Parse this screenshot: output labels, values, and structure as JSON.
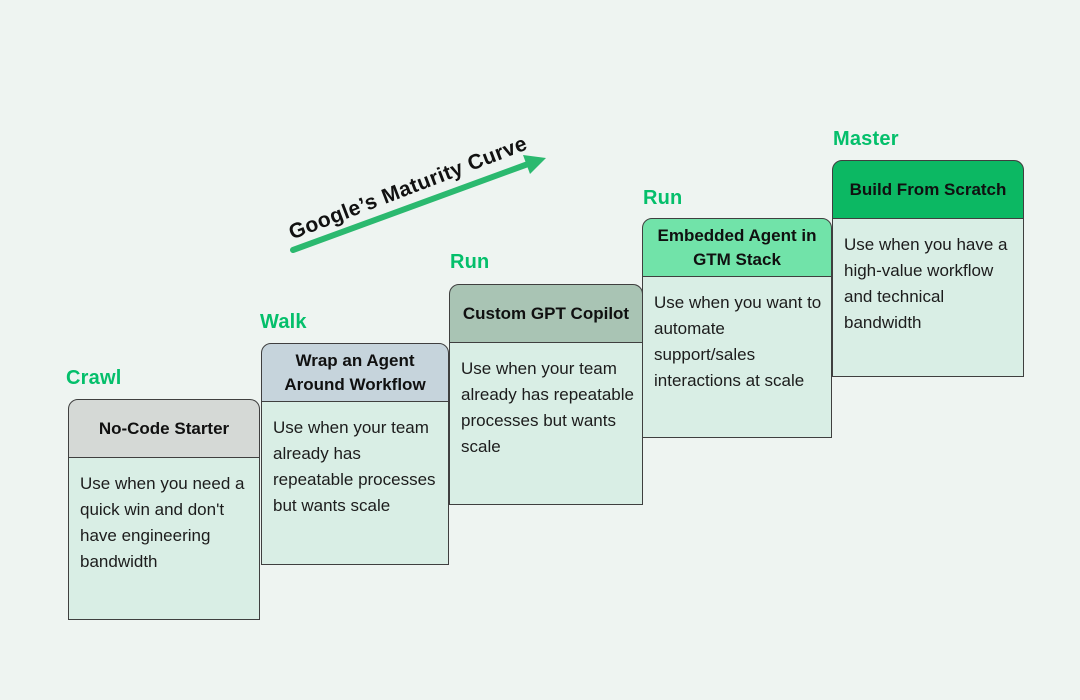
{
  "diagram": {
    "curve_title": "Google’s Maturity Curve",
    "stages": [
      {
        "label": "Crawl",
        "title": "No-Code Starter",
        "description": "Use when you need a quick win and don't have engineering bandwidth",
        "header_color": "#d5d9d6"
      },
      {
        "label": "Walk",
        "title": "Wrap an Agent Around Workflow",
        "description": "Use when your team already has repeatable processes but wants scale",
        "header_color": "#c6d4dc"
      },
      {
        "label": "Run",
        "title": "Custom GPT Copilot",
        "description": "Use when your team already has repeatable processes but wants scale",
        "header_color": "#a9c4b4"
      },
      {
        "label": "Run",
        "title": "Embedded Agent in GTM Stack",
        "description": "Use when you want to automate support/sales interactions at scale",
        "header_color": "#71e3a9"
      },
      {
        "label": "Master",
        "title": "Build From Scratch",
        "description": "Use when you have a high-value workflow and technical bandwidth",
        "header_color": "#0cb863"
      }
    ],
    "colors": {
      "background": "#eef4f1",
      "card_body": "#d9eee5",
      "border": "#3f3f3f",
      "stage_label_green": "#04bf6b",
      "arrow_green": "#2bb96f"
    }
  }
}
